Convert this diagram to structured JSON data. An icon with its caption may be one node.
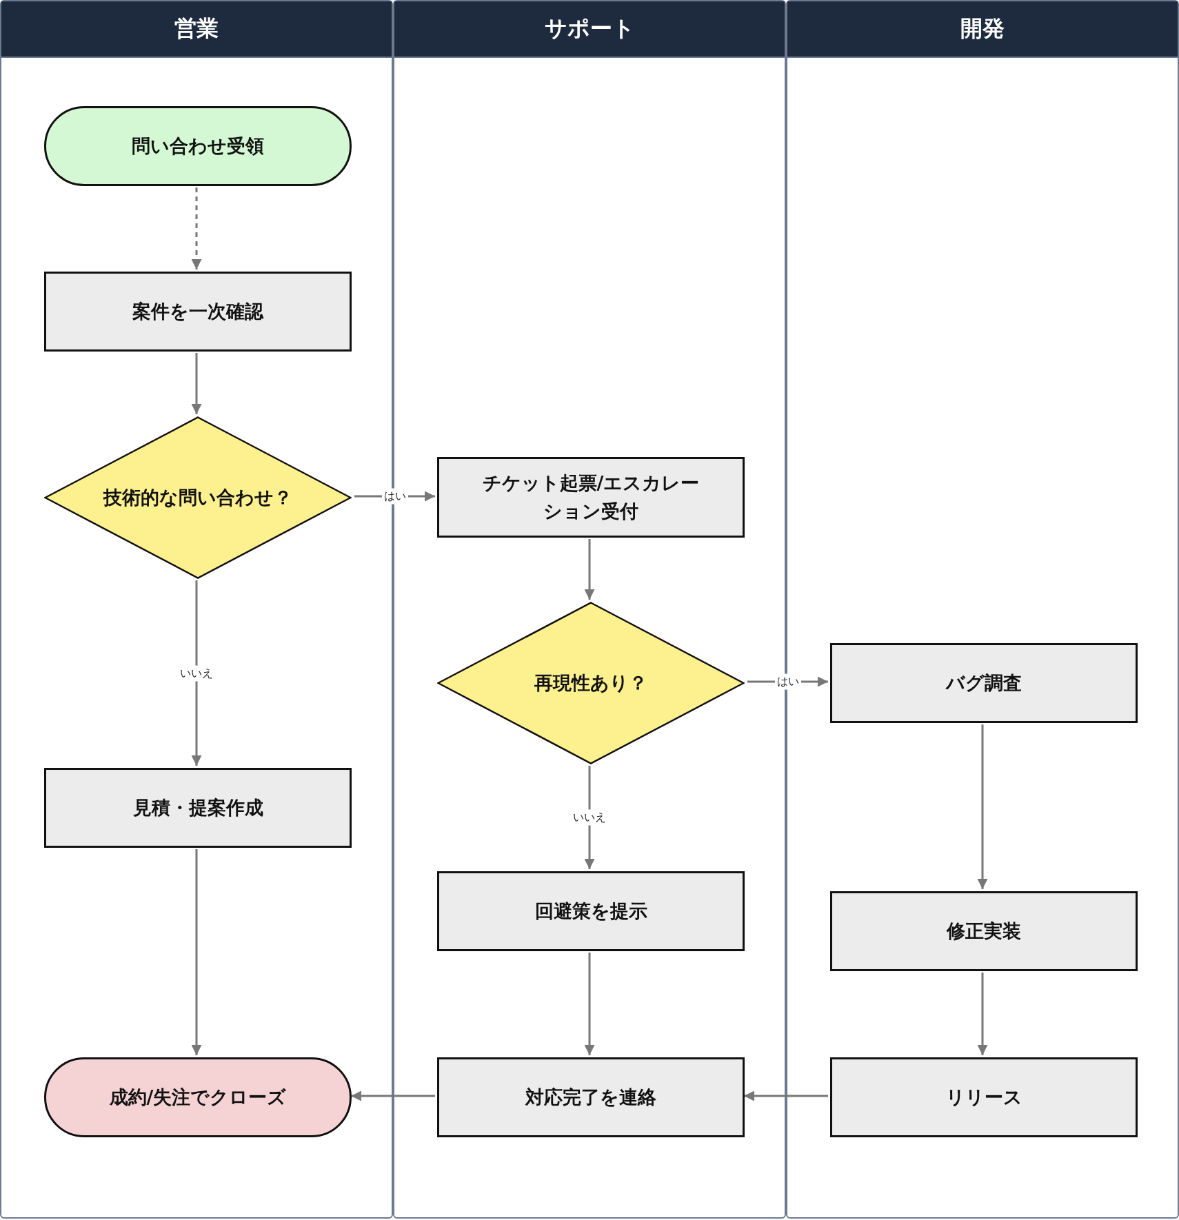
{
  "diagram": {
    "nodes": [
      {
        "text": [
          "営業"
        ]
      },
      {
        "text": [
          "サポート"
        ]
      },
      {
        "text": [
          "開発"
        ]
      },
      {
        "text": [
          "問い合わせ受領"
        ],
        "in": 0
      },
      {
        "text": [
          "案件を一次確認"
        ],
        "in": 0
      },
      {
        "text": [
          "技術的な問い合わせ？"
        ],
        "in": 0
      },
      {
        "text": [
          "見積・提案作成"
        ],
        "in": 0
      },
      {
        "text": [
          "成約/失注でクローズ"
        ],
        "in": 0
      },
      {
        "text": [
          "チケット起票/エスカレーション受付"
        ],
        "in": 1
      },
      {
        "text": [
          "再現性あり？"
        ],
        "in": 1
      },
      {
        "text": [
          "回避策を提示"
        ],
        "in": 1
      },
      {
        "text": [
          "対応完了を連絡"
        ],
        "in": 1
      },
      {
        "text": [
          "バグ調査"
        ],
        "in": 2
      },
      {
        "text": [
          "修正実装"
        ],
        "in": 2
      },
      {
        "text": [
          "リリース"
        ],
        "in": 2
      }
    ],
    "edges": [
      {
        "from": 3,
        "to": 4,
        "arrow": "to",
        "style": "dashed"
      },
      {
        "from": 4,
        "to": 5,
        "arrow": "to"
      },
      {
        "from": 5,
        "to": 8,
        "arrow": "to",
        "label": "はい"
      },
      {
        "from": 5,
        "to": 6,
        "arrow": "to",
        "label": "いいえ"
      },
      {
        "from": 8,
        "to": 9,
        "arrow": "to"
      },
      {
        "from": 9,
        "to": 12,
        "arrow": "to",
        "label": "はい"
      },
      {
        "from": 9,
        "to": 10,
        "arrow": "to",
        "label": "いいえ"
      },
      {
        "from": 12,
        "to": 13,
        "arrow": "to"
      },
      {
        "from": 13,
        "to": 14,
        "arrow": "to"
      },
      {
        "from": 6,
        "to": 7,
        "arrow": "to"
      },
      {
        "from": 10,
        "to": 11,
        "arrow": "to"
      },
      {
        "from": 14,
        "to": 11,
        "arrow": "to"
      },
      {
        "from": 11,
        "to": 7,
        "arrow": "to"
      }
    ]
  }
}
